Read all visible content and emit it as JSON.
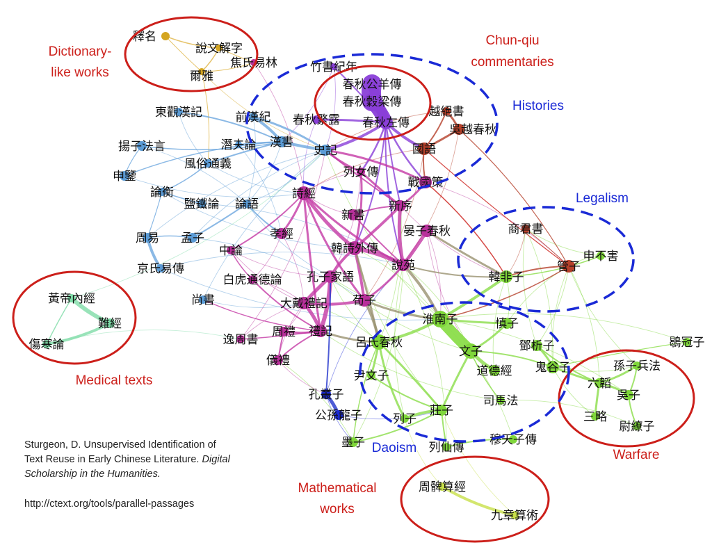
{
  "citation": {
    "line1": "Sturgeon, D. Unsupervised Identification of",
    "line2a": "Text Reuse in Early Chinese Literature. ",
    "line2b": "Digital",
    "line3": "Scholarship in the Humanities.",
    "url": "http://ctext.org/tools/parallel-passages"
  },
  "colors": {
    "red": "#cc1f1a",
    "blue": "#1a2ad6",
    "purple": "#8a3fd8",
    "magenta": "#b8309b",
    "steel": "#5b9bd5",
    "green": "#7fd63a",
    "rust": "#b5402a",
    "gold": "#d4a520",
    "aqua": "#7fdca8"
  },
  "nodes": [
    {
      "id": "shiming",
      "label": "釋名",
      "color": "#d4a520"
    },
    {
      "id": "shuowen",
      "label": "說文解字",
      "color": "#d4a520"
    },
    {
      "id": "erya",
      "label": "爾雅",
      "color": "#d4a520"
    },
    {
      "id": "jiaoshi",
      "label": "焦氏易林",
      "color": "#b8309b"
    },
    {
      "id": "zhushu",
      "label": "竹書紀年",
      "color": "#8a3fd8"
    },
    {
      "id": "gongyang",
      "label": "春秋公羊傳",
      "color": "#8a3fd8"
    },
    {
      "id": "guliang",
      "label": "春秋穀梁傳",
      "color": "#8a3fd8"
    },
    {
      "id": "zuozhuan",
      "label": "春秋左傳",
      "color": "#8a3fd8"
    },
    {
      "id": "chunqiufanlu",
      "label": "春秋繁露",
      "color": "#8a3fd8"
    },
    {
      "id": "yuejue",
      "label": "越絕書",
      "color": "#b5402a"
    },
    {
      "id": "wuyue",
      "label": "吳越春秋",
      "color": "#b5402a"
    },
    {
      "id": "guoyu",
      "label": "國語",
      "color": "#b5402a"
    },
    {
      "id": "dongguan",
      "label": "東觀漢記",
      "color": "#5b9bd5"
    },
    {
      "id": "qianhanji",
      "label": "前漢紀",
      "color": "#5b9bd5"
    },
    {
      "id": "yangzi",
      "label": "揚子法言",
      "color": "#5b9bd5"
    },
    {
      "id": "qianfu",
      "label": "潛夫論",
      "color": "#5b9bd5"
    },
    {
      "id": "hanshu",
      "label": "漢書",
      "color": "#5b9bd5"
    },
    {
      "id": "shiji",
      "label": "史記",
      "color": "#5b9bd5"
    },
    {
      "id": "fengsu",
      "label": "風俗通義",
      "color": "#5b9bd5"
    },
    {
      "id": "shenjian",
      "label": "申鑒",
      "color": "#5b9bd5"
    },
    {
      "id": "lienu",
      "label": "列女傳",
      "color": "#b8309b"
    },
    {
      "id": "zhanguoce",
      "label": "戰國策",
      "color": "#b8309b"
    },
    {
      "id": "lunheng",
      "label": "論衡",
      "color": "#5b9bd5"
    },
    {
      "id": "yantie",
      "label": "鹽鐵論",
      "color": "#5b9bd5"
    },
    {
      "id": "lunyu",
      "label": "論語",
      "color": "#5b9bd5"
    },
    {
      "id": "shijing",
      "label": "詩經",
      "color": "#b8309b"
    },
    {
      "id": "xinshu",
      "label": "新書",
      "color": "#b8309b"
    },
    {
      "id": "xinxu",
      "label": "新序",
      "color": "#b8309b"
    },
    {
      "id": "zhouyi",
      "label": "周易",
      "color": "#5b9bd5"
    },
    {
      "id": "mengzi",
      "label": "孟子",
      "color": "#5b9bd5"
    },
    {
      "id": "xiaojing",
      "label": "孝經",
      "color": "#b8309b"
    },
    {
      "id": "yanzi",
      "label": "晏子春秋",
      "color": "#b8309b"
    },
    {
      "id": "shangjun",
      "label": "商君書",
      "color": "#b5402a"
    },
    {
      "id": "jingshi",
      "label": "京氏易傳",
      "color": "#5b9bd5"
    },
    {
      "id": "zhonglun",
      "label": "中論",
      "color": "#b8309b"
    },
    {
      "id": "hanshiwai",
      "label": "韓詩外傳",
      "color": "#b8309b"
    },
    {
      "id": "shenbuhai",
      "label": "申不害",
      "color": "#7fd63a"
    },
    {
      "id": "shuoyuan",
      "label": "說苑",
      "color": "#b8309b"
    },
    {
      "id": "guanzi",
      "label": "管子",
      "color": "#b5402a"
    },
    {
      "id": "baihu",
      "label": "白虎通德論",
      "color": "#b8309b"
    },
    {
      "id": "kongzijiayu",
      "label": "孔子家語",
      "color": "#b8309b"
    },
    {
      "id": "hanfeizi",
      "label": "韓非子",
      "color": "#7fd63a"
    },
    {
      "id": "huangdi",
      "label": "黃帝內經",
      "color": "#7fdca8"
    },
    {
      "id": "shangshu",
      "label": "尚書",
      "color": "#5b9bd5"
    },
    {
      "id": "dadai",
      "label": "大戴禮記",
      "color": "#b8309b"
    },
    {
      "id": "xunzi",
      "label": "荀子",
      "color": "#b8309b"
    },
    {
      "id": "nanjing",
      "label": "難經",
      "color": "#7fdca8"
    },
    {
      "id": "huainanzi",
      "label": "淮南子",
      "color": "#7fd63a"
    },
    {
      "id": "shenzi",
      "label": "慎子",
      "color": "#7fd63a"
    },
    {
      "id": "zhoushu",
      "label": "逸周書",
      "color": "#b8309b"
    },
    {
      "id": "zhouli",
      "label": "周禮",
      "color": "#b8309b"
    },
    {
      "id": "liji",
      "label": "禮記",
      "color": "#b8309b"
    },
    {
      "id": "lushi",
      "label": "呂氏春秋",
      "color": "#7fd63a"
    },
    {
      "id": "dengxi",
      "label": "鄧析子",
      "color": "#7fd63a"
    },
    {
      "id": "heguanzi",
      "label": "鶡冠子",
      "color": "#7fd63a"
    },
    {
      "id": "shanghan",
      "label": "傷寒論",
      "color": "#7fdca8"
    },
    {
      "id": "wenzi",
      "label": "文子",
      "color": "#7fd63a"
    },
    {
      "id": "yili",
      "label": "儀禮",
      "color": "#b8309b"
    },
    {
      "id": "daodejing",
      "label": "道德經",
      "color": "#7fd63a"
    },
    {
      "id": "guiguzi",
      "label": "鬼谷子",
      "color": "#7fd63a"
    },
    {
      "id": "sunzi",
      "label": "孫子兵法",
      "color": "#7fd63a"
    },
    {
      "id": "yinwenzi",
      "label": "尹文子",
      "color": "#7fd63a"
    },
    {
      "id": "liutao",
      "label": "六韜",
      "color": "#7fd63a"
    },
    {
      "id": "wuzi",
      "label": "吳子",
      "color": "#7fd63a"
    },
    {
      "id": "kongcongzi",
      "label": "孔叢子",
      "color": "#1a2ad6"
    },
    {
      "id": "simafa",
      "label": "司馬法",
      "color": "#7fd63a"
    },
    {
      "id": "gongsunlong",
      "label": "公孫龍子",
      "color": "#1a2ad6"
    },
    {
      "id": "zhuangzi",
      "label": "莊子",
      "color": "#7fd63a"
    },
    {
      "id": "sanlue",
      "label": "三略",
      "color": "#7fd63a"
    },
    {
      "id": "liezi",
      "label": "列子",
      "color": "#7fd63a"
    },
    {
      "id": "weiliaozi",
      "label": "尉繚子",
      "color": "#7fd63a"
    },
    {
      "id": "mutianzi",
      "label": "穆天子傳",
      "color": "#7fd63a"
    },
    {
      "id": "mozi",
      "label": "墨子",
      "color": "#7fd63a"
    },
    {
      "id": "liexian",
      "label": "列仙傳",
      "color": "#7fd63a"
    },
    {
      "id": "zhoubi",
      "label": "周髀算經",
      "color": "#c8e04a"
    },
    {
      "id": "jiuzhang",
      "label": "九章算術",
      "color": "#c8e04a"
    }
  ],
  "group_labels": [
    {
      "id": "dict1",
      "text": "Dictionary-",
      "color": "#cc1f1a"
    },
    {
      "id": "dict2",
      "text": "like works",
      "color": "#cc1f1a"
    },
    {
      "id": "cq1",
      "text": "Chun-qiu",
      "color": "#cc1f1a"
    },
    {
      "id": "cq2",
      "text": "commentaries",
      "color": "#cc1f1a"
    },
    {
      "id": "histories",
      "text": "Histories",
      "color": "#1a2ad6"
    },
    {
      "id": "legalism",
      "text": "Legalism",
      "color": "#1a2ad6"
    },
    {
      "id": "medical",
      "text": "Medical texts",
      "color": "#cc1f1a"
    },
    {
      "id": "warfare",
      "text": "Warfare",
      "color": "#cc1f1a"
    },
    {
      "id": "daoism",
      "text": "Daoism",
      "color": "#1a2ad6"
    },
    {
      "id": "math1",
      "text": "Mathematical",
      "color": "#cc1f1a"
    },
    {
      "id": "math2",
      "text": "works",
      "color": "#cc1f1a"
    }
  ]
}
